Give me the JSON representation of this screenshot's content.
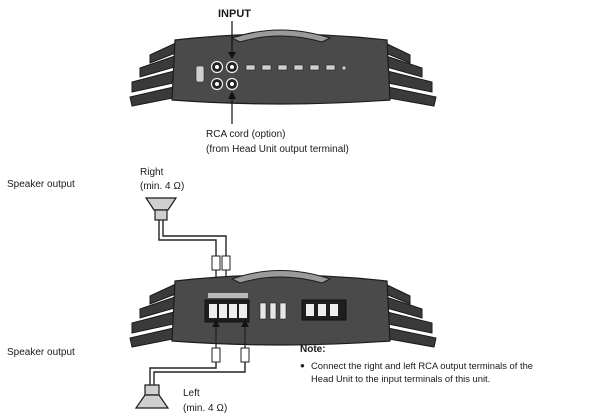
{
  "labels": {
    "input": "INPUT",
    "rca_cord_line1": "RCA cord (option)",
    "rca_cord_line2": "(from Head Unit output terminal)",
    "speaker_output_top": "Speaker output",
    "speaker_output_bottom": "Speaker output",
    "right_line1": "Right",
    "right_line2": "(min. 4 Ω)",
    "left_line1": "Left",
    "left_line2": "(min. 4 Ω)",
    "note_title": "Note:",
    "note_bullet": "●",
    "note_line1": "Connect the right and left RCA output terminals of the",
    "note_line2": "Head Unit to the input terminals of this unit."
  },
  "icons": [
    "amplifier-icon",
    "rca-jack-icon",
    "speaker-icon",
    "terminal-block-icon",
    "arrow-icon"
  ]
}
